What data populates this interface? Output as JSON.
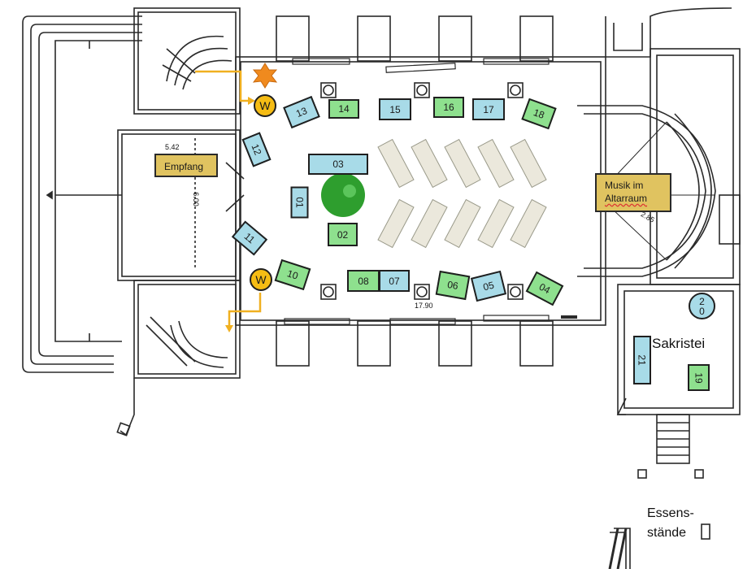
{
  "colors": {
    "booth_blue": "#a8dbe8",
    "booth_green": "#8ee08e",
    "zone_yellow": "#e0c360",
    "marker_yellow": "#f5bc14",
    "arrow_yellow": "#f0b020",
    "star_orange": "#f08a1e",
    "circle_green": "#2e9e2e",
    "wall_line": "#2a2a2a"
  },
  "booths": [
    {
      "id": "b01",
      "label": "01",
      "color": "blue"
    },
    {
      "id": "b02",
      "label": "02",
      "color": "green"
    },
    {
      "id": "b03",
      "label": "03",
      "color": "blue"
    },
    {
      "id": "b04",
      "label": "04",
      "color": "green"
    },
    {
      "id": "b05",
      "label": "05",
      "color": "blue"
    },
    {
      "id": "b06",
      "label": "06",
      "color": "green"
    },
    {
      "id": "b07",
      "label": "07",
      "color": "blue"
    },
    {
      "id": "b08",
      "label": "08",
      "color": "green"
    },
    {
      "id": "b10",
      "label": "10",
      "color": "green"
    },
    {
      "id": "b11",
      "label": "11",
      "color": "blue"
    },
    {
      "id": "b12",
      "label": "12",
      "color": "blue"
    },
    {
      "id": "b13",
      "label": "13",
      "color": "blue"
    },
    {
      "id": "b14",
      "label": "14",
      "color": "green"
    },
    {
      "id": "b15",
      "label": "15",
      "color": "blue"
    },
    {
      "id": "b16",
      "label": "16",
      "color": "green"
    },
    {
      "id": "b17",
      "label": "17",
      "color": "blue"
    },
    {
      "id": "b18",
      "label": "18",
      "color": "green"
    },
    {
      "id": "b19",
      "label": "19",
      "color": "green"
    },
    {
      "id": "b20",
      "label_line1": "2",
      "label_line2": "0",
      "color": "blue"
    },
    {
      "id": "b21",
      "label": "21",
      "color": "blue"
    }
  ],
  "zones": {
    "empfang": "Empfang",
    "musik_line1": "Musik im",
    "musik_line2": "Altarraum"
  },
  "markers": {
    "w_top": "W",
    "w_bottom": "W"
  },
  "labels": {
    "sakristei": "Sakristei",
    "essens_line1": "Essens-",
    "essens_line2": "stände"
  },
  "plan_annotations": {
    "dim_top_left": "5.42",
    "dim_side": "6.00",
    "dim_bottom": "17.90",
    "dim_apse": "2.85"
  }
}
